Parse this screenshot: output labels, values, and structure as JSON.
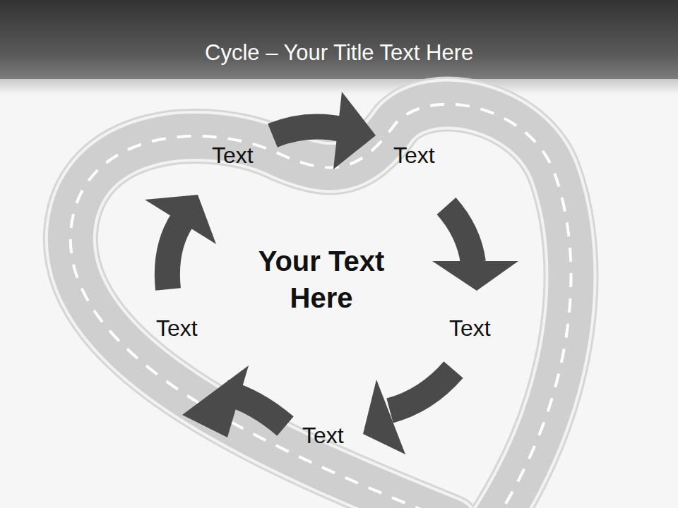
{
  "diagram": {
    "title": "Cycle – Your Title Text Here",
    "labels": [
      "Text",
      "Text",
      "Your Text Here",
      "Text",
      "Text",
      "Text"
    ]
  }
}
